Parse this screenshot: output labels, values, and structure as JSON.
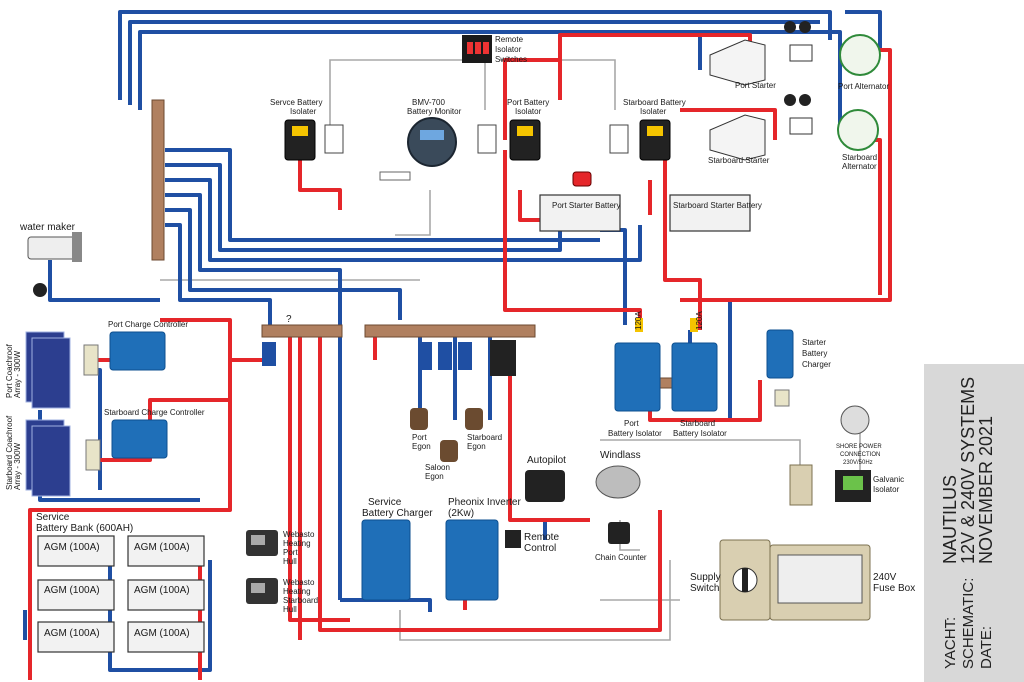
{
  "labels": {
    "water_maker": "water maker",
    "remote_isolator": [
      "Remote",
      "Isolator",
      "Switches"
    ],
    "service_isolator": [
      "Servce Battery",
      "Isolater"
    ],
    "bmv": [
      "BMV-700",
      "Battery Monitor"
    ],
    "port_isolator_top": [
      "Port Battery",
      "Isolator"
    ],
    "stbd_isolator_top": [
      "Starboard Battery",
      "Isolater"
    ],
    "port_starter": "Port Starter",
    "stbd_starter": "Starboard Starter",
    "port_alternator": "Port  Alternator",
    "stbd_alternator": [
      "Starboard",
      "Alternator"
    ],
    "port_starter_battery": "Port Starter Battery",
    "stbd_starter_battery": "Starboard Starter Battery",
    "port_charge_controller": "Port Charge Controller",
    "stbd_charge_controller": "Starboard Charge Controller",
    "port_coachroof": [
      "Port Coachroof",
      "Array - 300W"
    ],
    "stbd_coachroof": [
      "Starboard Coachroof",
      "Array - 300W"
    ],
    "question": "?",
    "port_egon": [
      "Port",
      "Egon"
    ],
    "stbd_egon": [
      "Starboard",
      "Egon"
    ],
    "saloon_egon": [
      "Saloon",
      "Egon"
    ],
    "autopilot": "Autopilot",
    "windlass": "Windlass",
    "chain_counter": "Chain Counter",
    "port_battery_isolator": [
      "Port",
      "Battery Isolator"
    ],
    "stbd_battery_isolator": [
      "Starboard",
      "Battery Isolator"
    ],
    "starter_charger": [
      "Starter",
      "Battery",
      "Charger"
    ],
    "shore_power": [
      "SHORE POWER",
      "CONNECTION",
      "230V/50Hz"
    ],
    "galvanic": [
      "Galvanic",
      "Isolator"
    ],
    "service_bank": [
      "Service",
      "Battery Bank (600AH)"
    ],
    "agm": "AGM (100A)",
    "webasto_port": [
      "Webasto",
      "Heating",
      "Port",
      "Hull"
    ],
    "webasto_stbd": [
      "Webasto",
      "Heating",
      "Starboard",
      "Hull"
    ],
    "service_charger": [
      "Service",
      "Battery Charger"
    ],
    "inverter": [
      "Pheonix Inverter",
      "(2Kw)"
    ],
    "remote_control": [
      "Remote",
      "Control"
    ],
    "supply_switch": [
      "Supply",
      "Switch"
    ],
    "fuse_box": [
      "240V",
      "Fuse Box"
    ],
    "isolator_rating": "120A"
  },
  "title_block": {
    "yacht_label": "YACHT:",
    "yacht_value": "NAUTILUS",
    "schematic_label": "SCHEMATIC:",
    "schematic_value": "12V & 240V SYSTEMS",
    "date_label": "DATE:",
    "date_value": "NOVEMBER 2021"
  },
  "colors": {
    "positive": "#e5262a",
    "negative": "#1f4fa3",
    "signal": "#9a9a9a"
  }
}
